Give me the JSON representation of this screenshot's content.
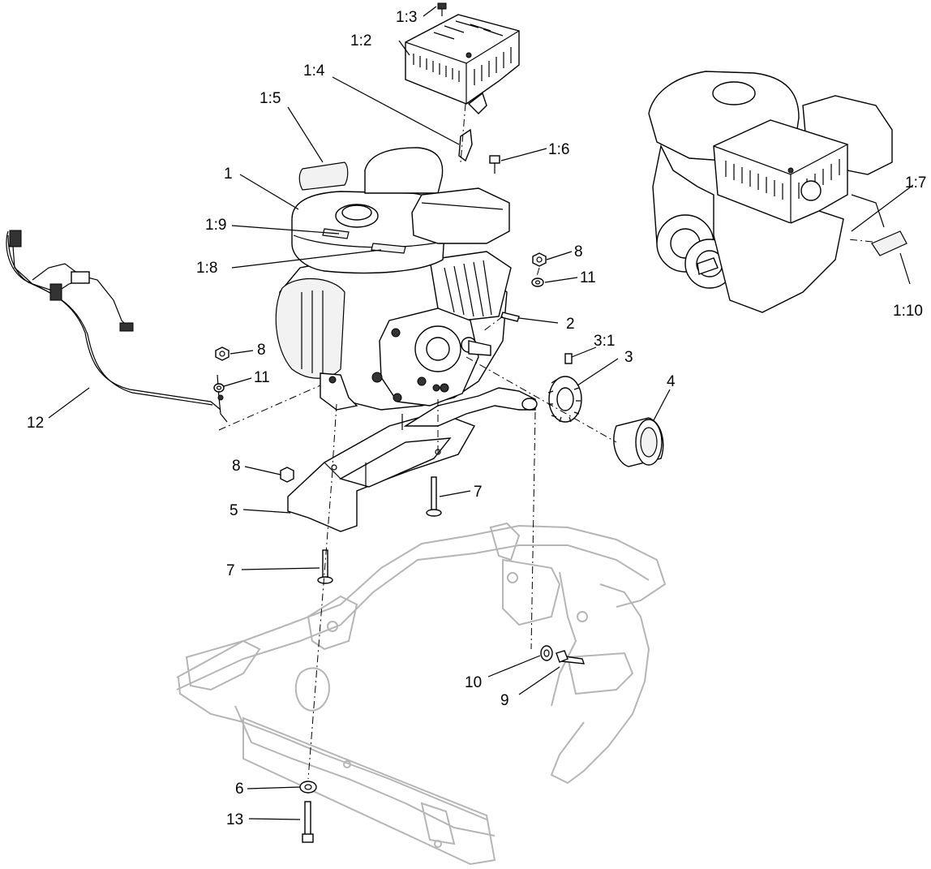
{
  "callouts": [
    {
      "id": "c-1-3",
      "label": "1:3"
    },
    {
      "id": "c-1-2",
      "label": "1:2"
    },
    {
      "id": "c-1-4",
      "label": "1:4"
    },
    {
      "id": "c-1-5",
      "label": "1:5"
    },
    {
      "id": "c-1-6",
      "label": "1:6"
    },
    {
      "id": "c-1",
      "label": "1"
    },
    {
      "id": "c-1-9",
      "label": "1:9"
    },
    {
      "id": "c-1-8",
      "label": "1:8"
    },
    {
      "id": "c-8a",
      "label": "8"
    },
    {
      "id": "c-11a",
      "label": "11"
    },
    {
      "id": "c-2",
      "label": "2"
    },
    {
      "id": "c-3-1",
      "label": "3:1"
    },
    {
      "id": "c-3",
      "label": "3"
    },
    {
      "id": "c-4",
      "label": "4"
    },
    {
      "id": "c-8b",
      "label": "8"
    },
    {
      "id": "c-11b",
      "label": "11"
    },
    {
      "id": "c-12",
      "label": "12"
    },
    {
      "id": "c-8c",
      "label": "8"
    },
    {
      "id": "c-7a",
      "label": "7"
    },
    {
      "id": "c-5",
      "label": "5"
    },
    {
      "id": "c-7b",
      "label": "7"
    },
    {
      "id": "c-10",
      "label": "10"
    },
    {
      "id": "c-9",
      "label": "9"
    },
    {
      "id": "c-6",
      "label": "6"
    },
    {
      "id": "c-13",
      "label": "13"
    },
    {
      "id": "c-1-7",
      "label": "1:7"
    },
    {
      "id": "c-1-10",
      "label": "1:10"
    }
  ]
}
